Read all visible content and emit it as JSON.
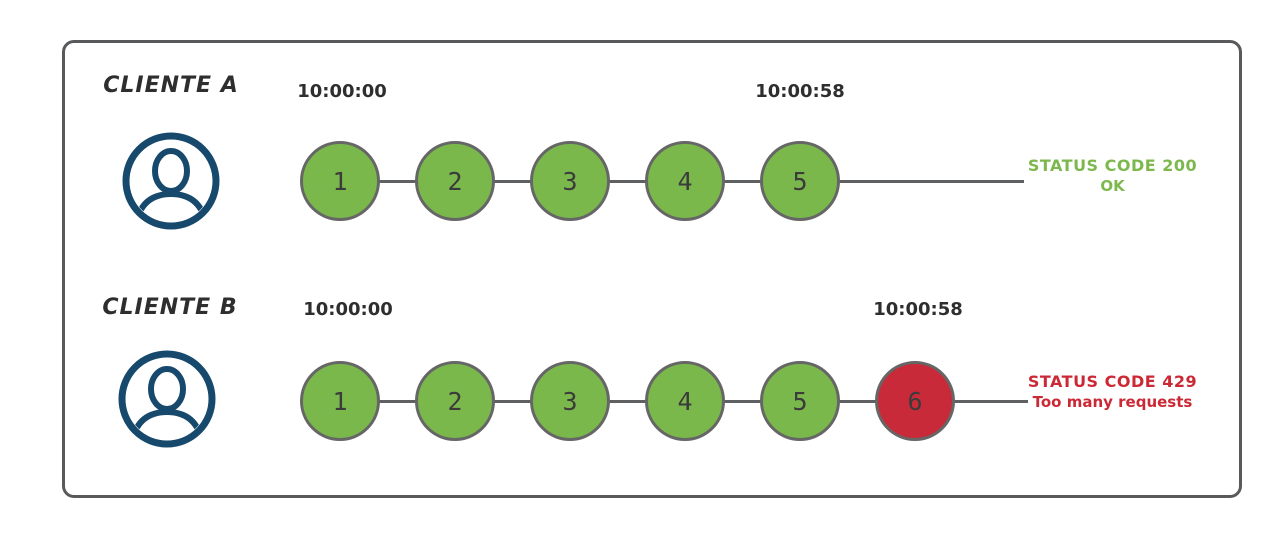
{
  "panel": {
    "rows": [
      {
        "client_label": "CLIENTE A",
        "start_time": "10:00:00",
        "end_time": "10:00:58",
        "requests": [
          {
            "label": "1",
            "state": "ok"
          },
          {
            "label": "2",
            "state": "ok"
          },
          {
            "label": "3",
            "state": "ok"
          },
          {
            "label": "4",
            "state": "ok"
          },
          {
            "label": "5",
            "state": "ok"
          }
        ],
        "status": {
          "line1": "STATUS CODE 200",
          "line2": "OK",
          "color": "#7db84e"
        }
      },
      {
        "client_label": "CLIENTE B",
        "start_time": "10:00:00",
        "end_time": "10:00:58",
        "requests": [
          {
            "label": "1",
            "state": "ok"
          },
          {
            "label": "2",
            "state": "ok"
          },
          {
            "label": "3",
            "state": "ok"
          },
          {
            "label": "4",
            "state": "ok"
          },
          {
            "label": "5",
            "state": "ok"
          },
          {
            "label": "6",
            "state": "blocked"
          }
        ],
        "status": {
          "line1": "STATUS CODE 429",
          "line2": "Too many requests",
          "color": "#cc2936"
        }
      }
    ],
    "icons": {
      "client": "user-avatar-icon"
    },
    "colors": {
      "request_ok": "#7ab84c",
      "request_blocked": "#c92a3a",
      "circle_border": "#666666",
      "connector": "#5f6062",
      "avatar": "#17496d",
      "text": "#2e2e2e",
      "panel_border": "#58595b"
    }
  }
}
